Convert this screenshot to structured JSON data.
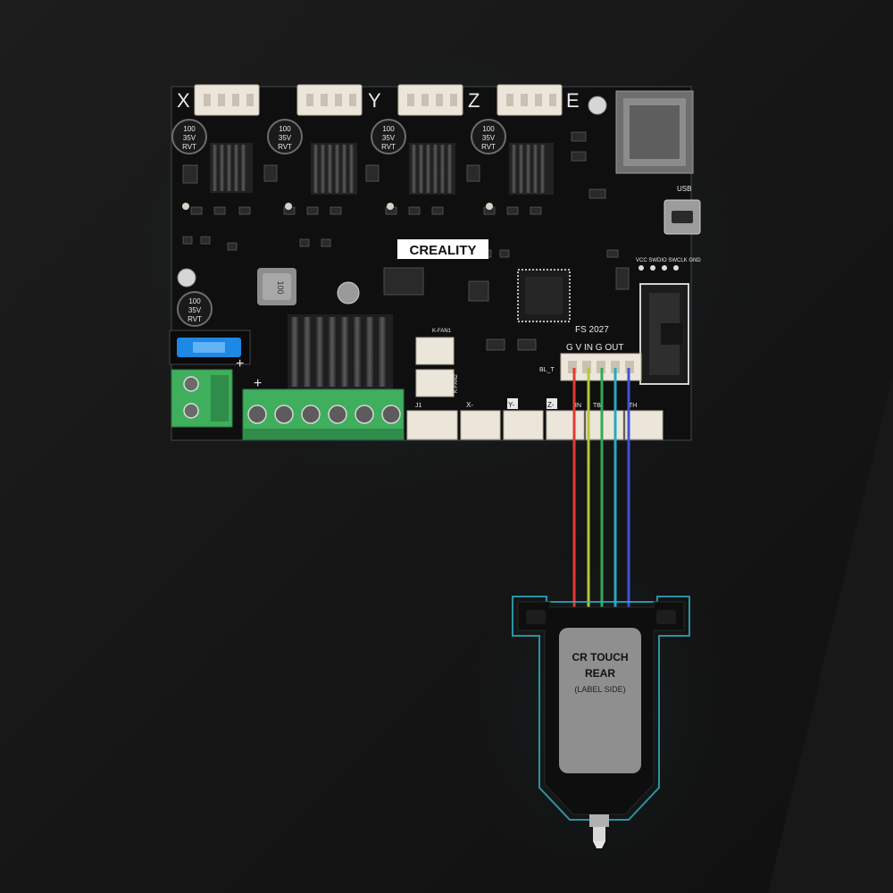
{
  "board": {
    "brand": "CREALITY",
    "axis_labels": [
      "X",
      "Y",
      "Z",
      "E"
    ],
    "capacitor_text": [
      "100",
      "35V",
      "RVT"
    ],
    "inductor_text": "100",
    "usb_label": "USB",
    "fan_labels": [
      "K-FAN1",
      "K-FAN2"
    ],
    "power_marks": [
      "+",
      "+"
    ],
    "header_pins_label": "G V IN G OUT",
    "header_name": "BL_T",
    "board_code": "FS 2027",
    "top_pin_labels": "VCC SWDIO SWCLK GND",
    "endstop_labels": [
      "J1",
      "X-",
      "Y-",
      "Z-",
      "IN",
      "TB",
      "TH"
    ]
  },
  "wires": [
    {
      "name": "wire-red",
      "color": "#e53935"
    },
    {
      "name": "wire-yellow",
      "color": "#b5c63a"
    },
    {
      "name": "wire-green",
      "color": "#34a853"
    },
    {
      "name": "wire-cyan",
      "color": "#26a9c4"
    },
    {
      "name": "wire-blue",
      "color": "#3f51d8"
    }
  ],
  "sensor": {
    "title_line1": "CR TOUCH",
    "title_line2": "REAR",
    "subtitle": "(LABEL SIDE)"
  },
  "colors": {
    "background": "#141414",
    "board": "#101010",
    "terminal_green": "#3fae5d",
    "connector_white": "#ece6da",
    "fuse_blue": "#1e88e5",
    "sensor_body": "#0e0e0e",
    "sensor_label": "#8f8f8f",
    "sensor_outline": "#2fb3c9"
  }
}
